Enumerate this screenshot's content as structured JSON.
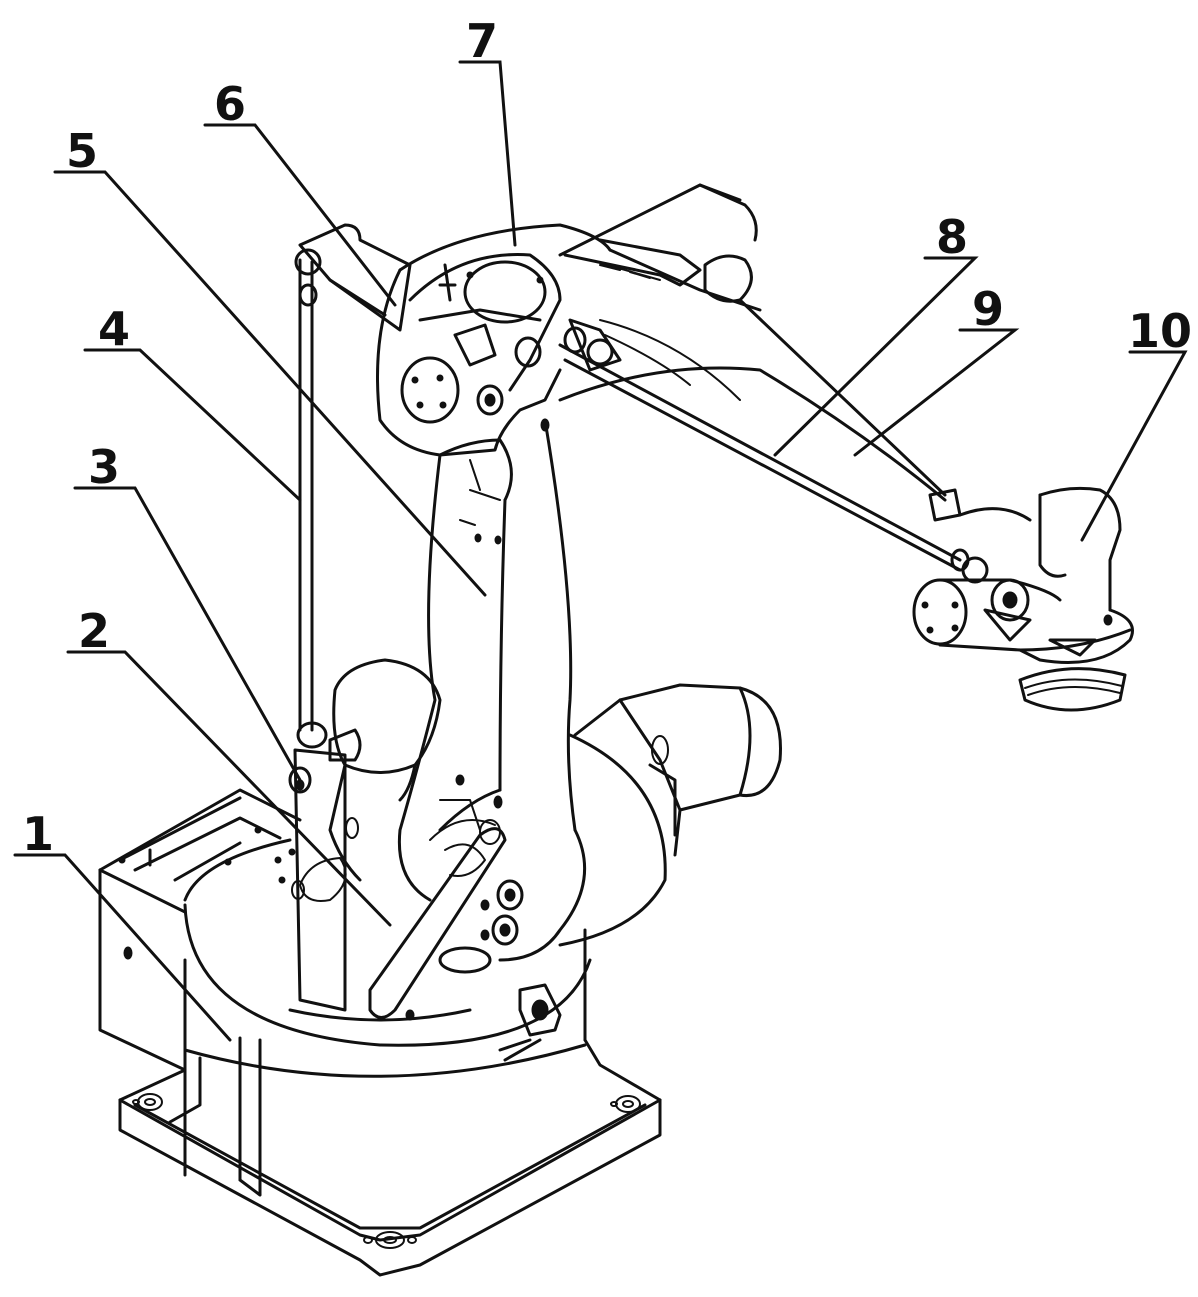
{
  "figure": {
    "type": "patent line drawing",
    "subject": "palletizing robot arm",
    "ink_color": "#111111",
    "background_color": "#ffffff"
  },
  "callouts": [
    {
      "id": "1",
      "label": "1"
    },
    {
      "id": "2",
      "label": "2"
    },
    {
      "id": "3",
      "label": "3"
    },
    {
      "id": "4",
      "label": "4"
    },
    {
      "id": "5",
      "label": "5"
    },
    {
      "id": "6",
      "label": "6"
    },
    {
      "id": "7",
      "label": "7"
    },
    {
      "id": "8",
      "label": "8"
    },
    {
      "id": "9",
      "label": "9"
    },
    {
      "id": "10",
      "label": "10"
    }
  ]
}
